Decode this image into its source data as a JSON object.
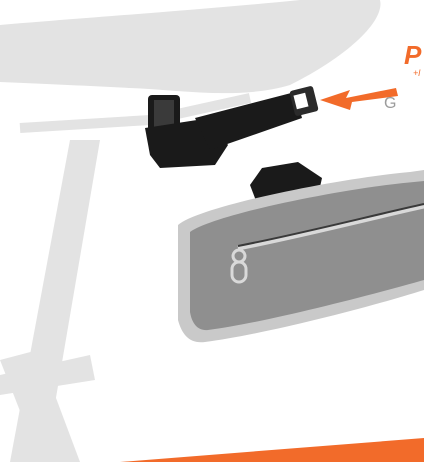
{
  "overlay": {
    "title": "P",
    "subtitle": "+l",
    "caption": "G"
  },
  "colors": {
    "accent": "#f26b2a",
    "frame": "#e3e3e3",
    "bag_outer": "#c9c9c9",
    "bag_body": "#8f8f8f",
    "mount": "#1a1a1a"
  }
}
